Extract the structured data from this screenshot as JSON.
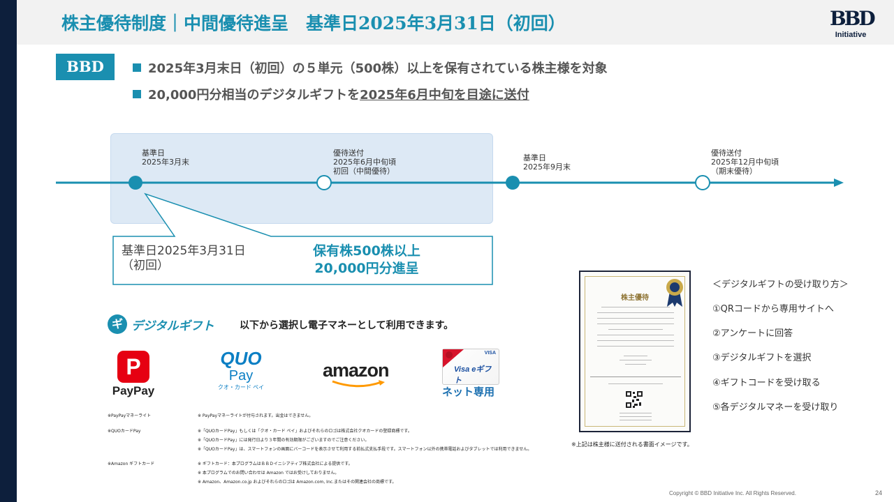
{
  "header": {
    "title": "株主優待制度｜中間優待進呈　基準日2025年3月31日（初回）",
    "logo_main": "BBD",
    "logo_sub": "Initiative"
  },
  "summary": {
    "badge": "BBD",
    "bullet1": "2025年3月末日（初回）の５単元（500株）以上を保有されている株主様を対象",
    "bullet2_plain": "20,000円分相当のデジタルギフトを",
    "bullet2_underlined": "2025年6月中旬を目途に送付"
  },
  "timeline": {
    "events": [
      {
        "line1": "基準日",
        "line2": "2025年3月末",
        "line3": ""
      },
      {
        "line1": "優待送付",
        "line2": "2025年6月中旬頃",
        "line3": "初回（中間優待）"
      },
      {
        "line1": "基準日",
        "line2": "2025年9月末",
        "line3": ""
      },
      {
        "line1": "優待送付",
        "line2": "2025年12月中旬頃",
        "line3": "（期末優待）"
      }
    ]
  },
  "callout": {
    "left_line1": "基準日2025年3月31日",
    "left_line2": "（初回）",
    "right_line1": "保有株500株以上",
    "right_line2": "20,000円分進呈"
  },
  "gift": {
    "logo_icon": "ギ",
    "logo_text": "デジタルギフト",
    "description": "以下から選択し電子マネーとして利用できます。",
    "paypay_icon": "P",
    "paypay_label": "PayPay",
    "quo_top": "QUO",
    "quo_mid": "Pay",
    "quo_small": "クオ・カード ペイ",
    "amazon_label": "amazon",
    "visa_label": "Visa eギフト",
    "visa_mark": "VISA",
    "visa_net": "ネット専用"
  },
  "notes": [
    {
      "label": "※PayPayマネーライト",
      "text": "※ PayPayマネーライトが付与されます。出金はできません。"
    },
    {
      "label": "※QUOカードPay",
      "text": "※「QUOカードPay」もしくは「クオ・カード ペイ」およびそれらのロゴは株式会社クオカードの登録商標です。"
    },
    {
      "label": "",
      "text": "※「QUOカードPay」には発行日より３年間の有効期限がございますのでご注意ください。"
    },
    {
      "label": "",
      "text": "※「QUOカードPay」は、スマートフォンの画面にバーコードを表示させて利用する前払式支払手段です。スマートフォン以外の携帯電話およびタブレットでは利用できません。"
    },
    {
      "label": "※Amazon ギフトカード",
      "text": "※ ギフトカード：本プログラムはＢＢＤイニシアティブ株式会社による提供です。"
    },
    {
      "label": "",
      "text": "※ 本プログラムでのお問い合わせは Amazon ではお受けしておりません。"
    },
    {
      "label": "",
      "text": "※ Amazon、Amazon.co.jp およびそれらのロゴは Amazon.com, Inc.またはその関連会社の商標です。"
    }
  ],
  "certificate": {
    "title": "株主優待",
    "note": "※上記は株主様に送付される書面イメージです。"
  },
  "howto": {
    "title": "＜デジタルギフトの受け取り方＞",
    "steps": [
      "①QRコードから専用サイトへ",
      "②アンケートに回答",
      "③デジタルギフトを選択",
      "④ギフトコードを受け取る",
      "⑤各デジタルマネーを受け取り"
    ]
  },
  "footer": {
    "copyright": "Copyright © BBD Initiative Inc. All Rights Reserved.",
    "page": "24"
  },
  "colors": {
    "accent": "#1a8fb0",
    "navy": "#0d1f3c",
    "timeline_fill": "#dde9f5"
  }
}
